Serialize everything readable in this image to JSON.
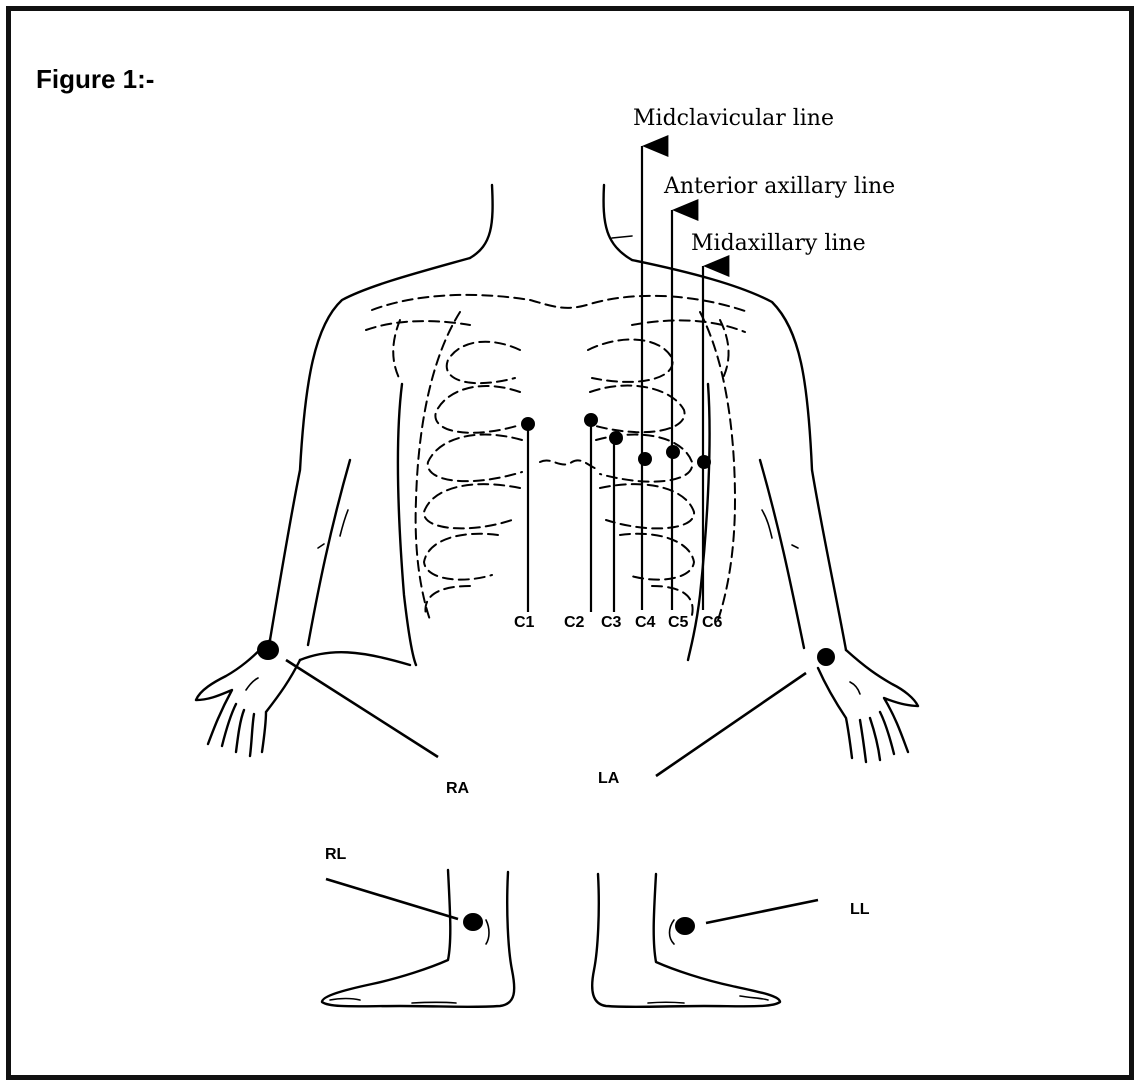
{
  "figure": {
    "title": "Figure 1:-"
  },
  "reference_lines": [
    {
      "id": "midclavicular",
      "label": "Midclavicular line"
    },
    {
      "id": "anterior-axillary",
      "label": "Anterior axillary line"
    },
    {
      "id": "midaxillary",
      "label": "Midaxillary line"
    }
  ],
  "chest_leads": [
    {
      "id": "c1",
      "label": "C1"
    },
    {
      "id": "c2",
      "label": "C2"
    },
    {
      "id": "c3",
      "label": "C3"
    },
    {
      "id": "c4",
      "label": "C4"
    },
    {
      "id": "c5",
      "label": "C5"
    },
    {
      "id": "c6",
      "label": "C6"
    }
  ],
  "limb_leads": [
    {
      "id": "ra",
      "label": "RA"
    },
    {
      "id": "la",
      "label": "LA"
    },
    {
      "id": "rl",
      "label": "RL"
    },
    {
      "id": "ll",
      "label": "LL"
    }
  ]
}
